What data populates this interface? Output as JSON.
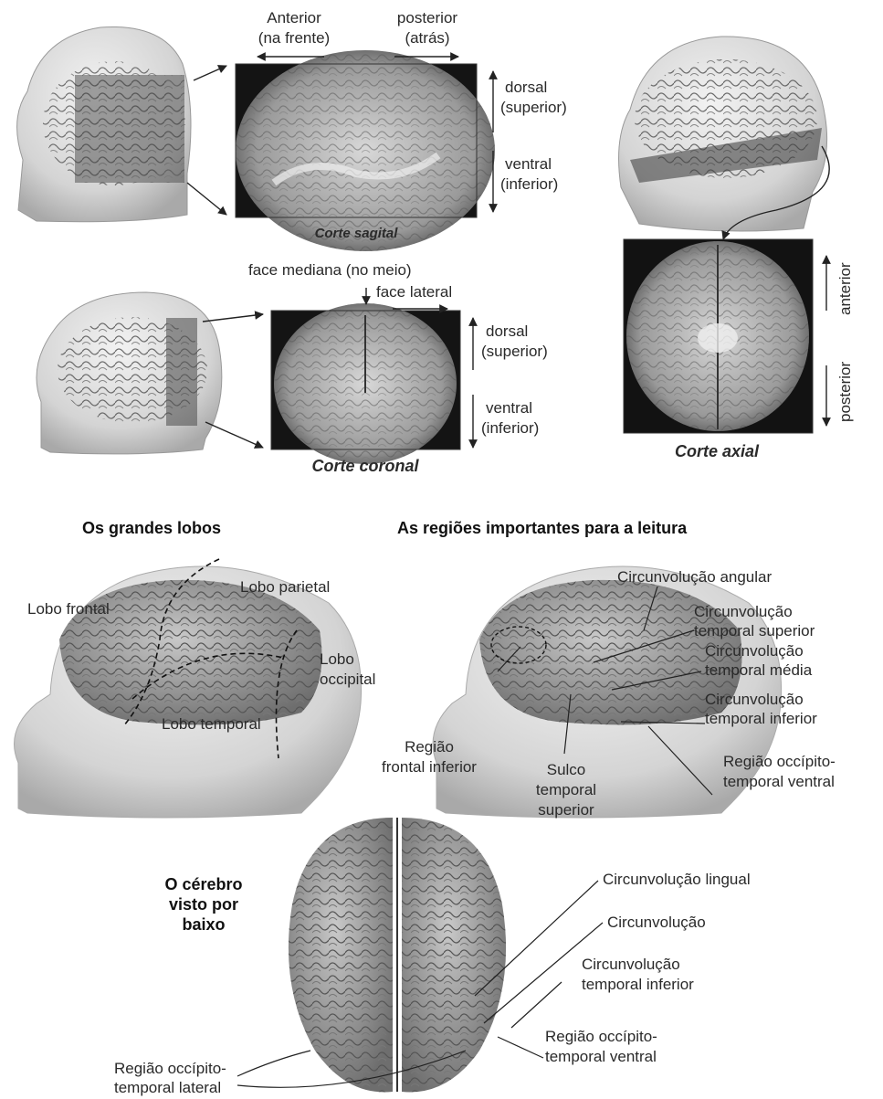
{
  "sagittal": {
    "anterior": "Anterior",
    "anterior_sub": "(na frente)",
    "posterior": "posterior",
    "posterior_sub": "(atrás)",
    "dorsal": "dorsal",
    "dorsal_sub": "(superior)",
    "ventral": "ventral",
    "ventral_sub": "(inferior)",
    "caption": "Corte sagital"
  },
  "coronal": {
    "median": "face mediana (no meio)",
    "lateral": "face lateral",
    "dorsal": "dorsal",
    "dorsal_sub": "(superior)",
    "ventral": "ventral",
    "ventral_sub": "(inferior)",
    "caption": "Corte coronal"
  },
  "axial": {
    "anterior": "anterior",
    "posterior": "posterior",
    "caption": "Corte axial"
  },
  "lobes": {
    "title": "Os grandes lobos",
    "frontal": "Lobo frontal",
    "parietal": "Lobo parietal",
    "occipital_1": "Lobo",
    "occipital_2": "occipital",
    "temporal": "Lobo temporal"
  },
  "reading": {
    "title": "As regiões importantes para a leitura",
    "angular": "Circunvolução angular",
    "sup_1": "Circunvolução",
    "sup_2": "temporal superior",
    "mid_1": "Circunvolução",
    "mid_2": "temporal média",
    "inf_1": "Circunvolução",
    "inf_2": "temporal inferior",
    "frontal_1": "Região",
    "frontal_2": "frontal inferior",
    "sulcus_1": "Sulco",
    "sulcus_2": "temporal",
    "sulcus_3": "superior",
    "ventral_1": "Região occípito-",
    "ventral_2": "temporal ventral"
  },
  "bottom": {
    "title_1": "O cérebro",
    "title_2": "visto por",
    "title_3": "baixo",
    "lingual": "Circunvolução lingual",
    "circ": "Circunvolução",
    "inf_1": "Circunvolução",
    "inf_2": "temporal inferior",
    "ventral_1": "Região occípito-",
    "ventral_2": "temporal ventral",
    "lateral_1": "Região occípito-",
    "lateral_2": "temporal lateral"
  }
}
